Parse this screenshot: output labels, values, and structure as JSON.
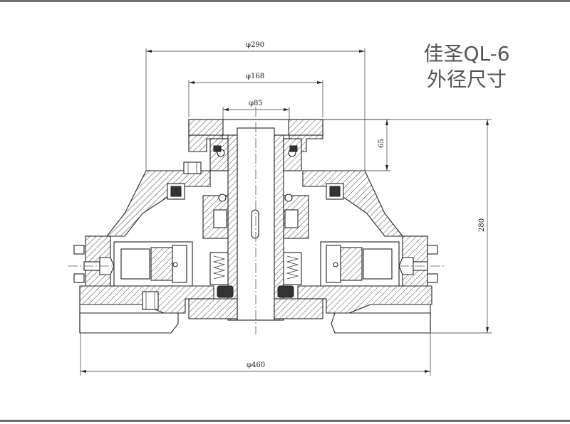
{
  "title": {
    "line1": "佳圣QL-6",
    "line2": "外径尺寸"
  },
  "dimensions": {
    "d290": "φ290",
    "d168": "φ168",
    "d85": "φ85",
    "h65": "65",
    "h280": "280",
    "d460": "φ460"
  },
  "colors": {
    "line": "#222222",
    "title": "#555555",
    "frame_bar": "#6f6f6f"
  }
}
